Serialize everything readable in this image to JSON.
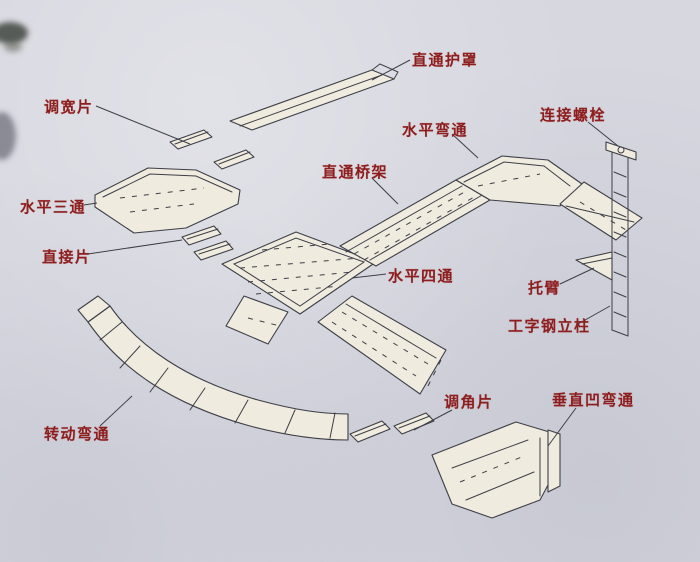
{
  "figure": {
    "background": "#d6d7df",
    "line_color": "#3e3e46",
    "label_color": "#8e1d1d",
    "panel_color": "#efebdf",
    "description_type": "cable-tray-assembly-diagram"
  },
  "labels": {
    "cover": {
      "text": "直通护罩"
    },
    "width_adjuster": {
      "text": "调宽片"
    },
    "horizontal_bend": {
      "text": "水平弯通"
    },
    "connect_bolt": {
      "text": "连接螺栓"
    },
    "straight_tray": {
      "text": "直通桥架"
    },
    "horizontal_tee": {
      "text": "水平三通"
    },
    "direct_piece": {
      "text": "直接片"
    },
    "horizontal_cross": {
      "text": "水平四通"
    },
    "support_arm": {
      "text": "托臂"
    },
    "i_beam_column": {
      "text": "工字钢立柱"
    },
    "angle_adjuster": {
      "text": "调角片"
    },
    "vertical_concave_bend": {
      "text": "垂直凹弯通"
    },
    "rotating_bend": {
      "text": "转动弯通"
    }
  }
}
